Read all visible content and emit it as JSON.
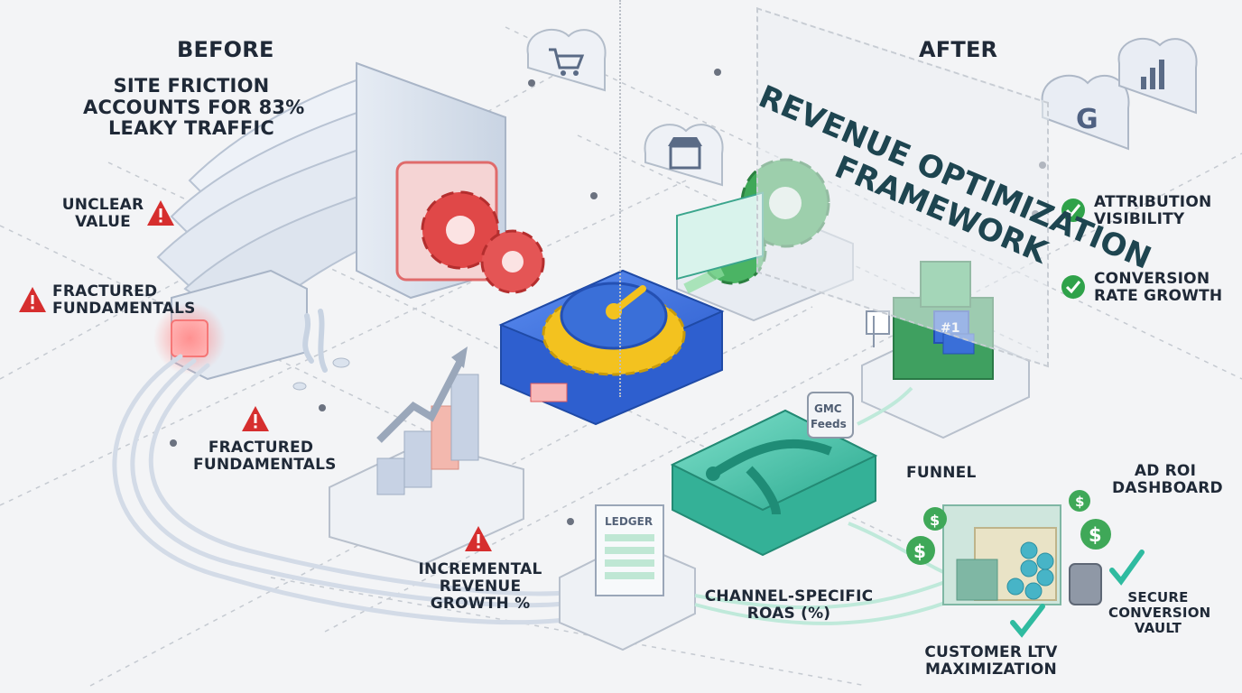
{
  "before": {
    "header": "BEFORE",
    "headline": [
      "SITE FRICTION",
      "ACCOUNTS FOR 83%",
      "LEAKY TRAFFIC"
    ],
    "unclear_value": [
      "UNCLEAR",
      "VALUE"
    ],
    "fractured_1": [
      "FRACTURED",
      "FUNDAMENTALS"
    ],
    "fractured_2": [
      "FRACTURED",
      "FUNDAMENTALS"
    ],
    "incremental": [
      "INCREMENTAL",
      "REVENUE",
      "GROWTH %"
    ],
    "ledger": "LEDGER"
  },
  "after": {
    "header": "AFTER",
    "title": [
      "REVENUE OPTIMIZATION",
      "FRAMEWORK"
    ],
    "attribution": [
      "ATTRIBUTION",
      "VISIBILITY"
    ],
    "conversion": [
      "CONVERSION",
      "RATE GROWTH"
    ],
    "funnel": "FUNNEL",
    "ad_roi": [
      "AD ROI",
      "DASHBOARD"
    ],
    "channel": [
      "CHANNEL-SPECIFIC",
      "ROAS (%)"
    ],
    "customer_ltv": [
      "CUSTOMER LTV",
      "MAXIMIZATION"
    ],
    "vault": [
      "SECURE",
      "CONVERSION",
      "VAULT"
    ],
    "gmc": [
      "GMC",
      "Feeds"
    ],
    "rank": "#1",
    "google_letter": "G",
    "currency": "$"
  },
  "colors": {
    "red": "#e04848",
    "green": "#3fa858",
    "blue": "#3a6fd8",
    "gold": "#f3c21f",
    "teal": "#3fbfa6",
    "title": "#1e4550",
    "warning": "#d62e2e",
    "check": "#2fa24a"
  },
  "icons": [
    "cart-cloud-icon",
    "store-cloud-icon",
    "google-cloud-icon",
    "analytics-cloud-icon",
    "warning-icon",
    "check-circle-icon",
    "dollar-coin-icon",
    "trend-arrow-icon"
  ]
}
